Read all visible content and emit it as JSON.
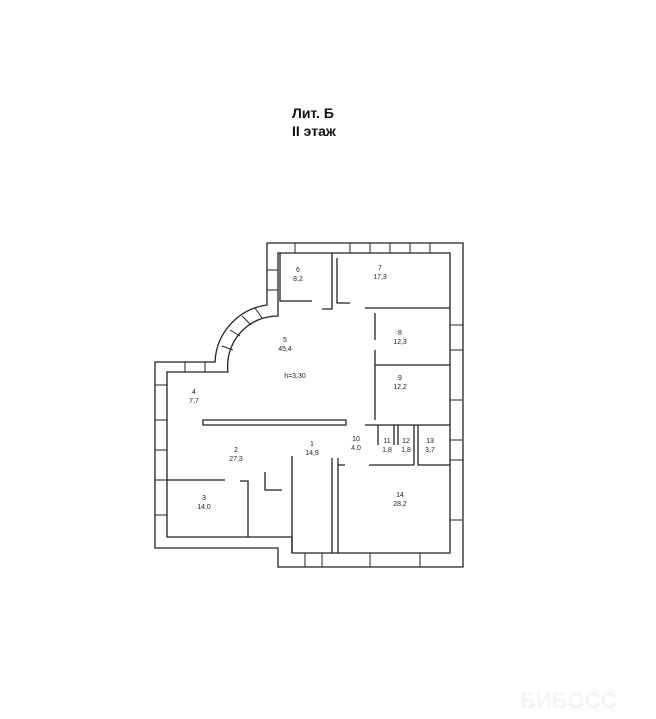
{
  "header": {
    "lit": "Лит. Б",
    "floor": "II этаж"
  },
  "height_note": "h=3,30",
  "rooms": [
    {
      "num": "1",
      "area": "14,9"
    },
    {
      "num": "2",
      "area": "27,3"
    },
    {
      "num": "3",
      "area": "14,0"
    },
    {
      "num": "4",
      "area": "7,7"
    },
    {
      "num": "5",
      "area": "45,4"
    },
    {
      "num": "6",
      "area": "8,2"
    },
    {
      "num": "7",
      "area": "17,3"
    },
    {
      "num": "8",
      "area": "12,3"
    },
    {
      "num": "9",
      "area": "12,2"
    },
    {
      "num": "10",
      "area": "4,0"
    },
    {
      "num": "11",
      "area": "1,8"
    },
    {
      "num": "12",
      "area": "1,8"
    },
    {
      "num": "13",
      "area": "3,7"
    },
    {
      "num": "14",
      "area": "28,2"
    }
  ],
  "watermark": "БИБОСС"
}
